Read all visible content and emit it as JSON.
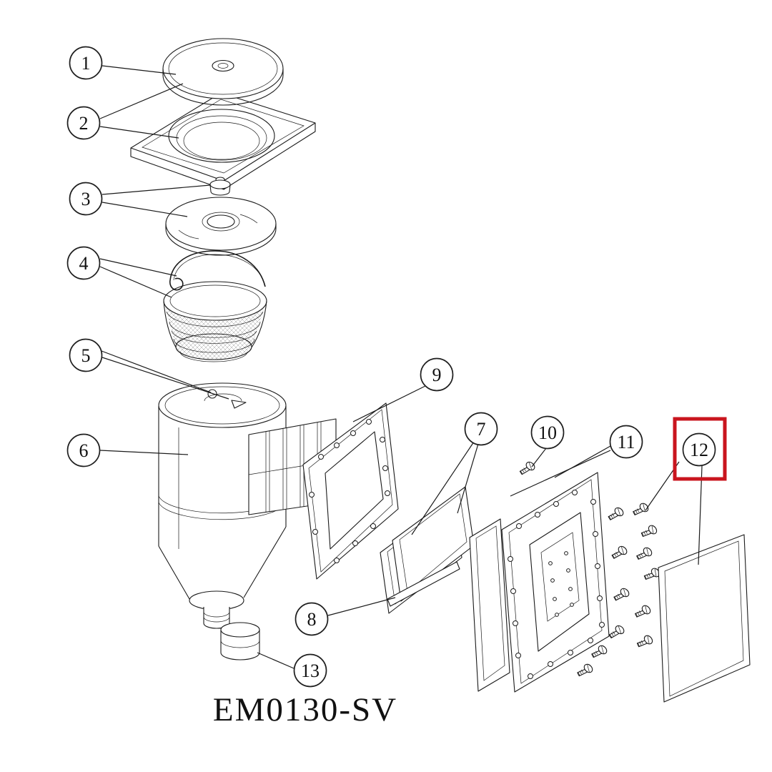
{
  "diagram": {
    "model": "EM0130-SV",
    "highlighted_part_label": "12",
    "colors": {
      "highlight": "#c9151e",
      "line": "#1a1a1a",
      "background": "#ffffff"
    },
    "callouts": [
      {
        "label": "1"
      },
      {
        "label": "2"
      },
      {
        "label": "3"
      },
      {
        "label": "4"
      },
      {
        "label": "5"
      },
      {
        "label": "6"
      },
      {
        "label": "7"
      },
      {
        "label": "8"
      },
      {
        "label": "9"
      },
      {
        "label": "10"
      },
      {
        "label": "11"
      },
      {
        "label": "12"
      },
      {
        "label": "13"
      }
    ]
  }
}
